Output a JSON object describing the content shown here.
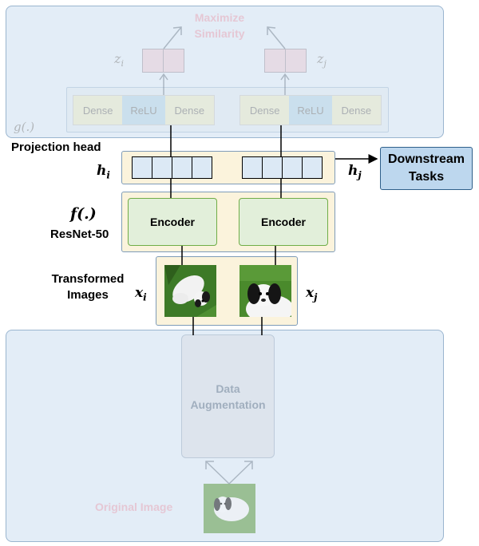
{
  "objective": {
    "line1": "Maximize",
    "line2": "Similarity"
  },
  "projection": {
    "z_left": "z",
    "z_left_sub": "i",
    "z_right": "z",
    "z_right_sub": "j",
    "g_label": "g(.)",
    "dense_label": "Dense",
    "relu_label": "ReLU",
    "head_label": "Projection head"
  },
  "representation": {
    "h_left": "h",
    "h_left_sub": "i",
    "h_right": "h",
    "h_right_sub": "j",
    "downstream_line1": "Downstream",
    "downstream_line2": "Tasks"
  },
  "encoder": {
    "f_label": "f(.)",
    "net_label": "ResNet-50",
    "block_label": "Encoder"
  },
  "transformed": {
    "line1": "Transformed",
    "line2": "Images",
    "x_left": "x",
    "x_left_sub": "i",
    "x_right": "x",
    "x_right_sub": "j"
  },
  "augmentation": {
    "line1": "Data",
    "line2": "Augmentation"
  },
  "original": {
    "label": "Original Image"
  },
  "colors": {
    "panel_bg": "#e3edf7",
    "band_bg": "#fbf3dc",
    "encoder_fill": "#e2efda",
    "downstream_fill": "#bdd7ee"
  }
}
